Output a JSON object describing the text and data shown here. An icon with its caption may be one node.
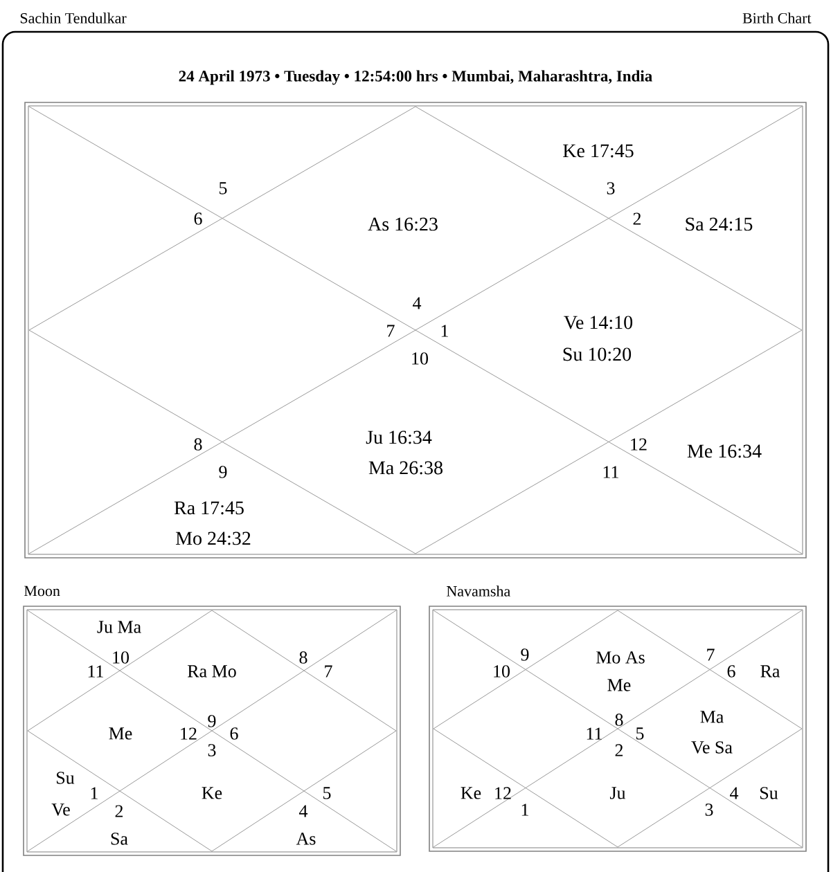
{
  "diagram": {
    "nodes": [
      {
        "text": [],
        "shape": "box"
      },
      {
        "text": [
          "Moon"
        ]
      },
      {
        "text": [
          "Navamsha"
        ]
      }
    ],
    "labels": [
      "Sachin Tendulkar",
      "Birth Chart",
      "24 April 1973 • Tuesday • 12:54:00 hrs • Mumbai, Maharashtra, India",
      "Ke 17:45",
      "5",
      "3",
      "6",
      "As 16:23",
      "2",
      "Sa 24:15",
      "4",
      "Ve 14:10",
      "7",
      "1",
      "10",
      "Su 10:20",
      "Ju 16:34",
      "8",
      "12",
      "Me 16:34",
      "9",
      "Ma 26:38",
      "11",
      "Ra 17:45",
      "Mo 24:32",
      "Ju Ma",
      "10",
      "11",
      "Ra Mo",
      "8",
      "7",
      "9",
      "Me",
      "12",
      "6",
      "3",
      "Su",
      "1",
      "Ke",
      "5",
      "Ve",
      "2",
      "4",
      "Sa",
      "As",
      "9",
      "10",
      "Mo As",
      "7",
      "6",
      "Ra",
      "Me",
      "8",
      "Ma",
      "11",
      "5",
      "2",
      "Ve Sa",
      "Ke",
      "12",
      "Ju",
      "4",
      "Su",
      "1",
      "3"
    ]
  }
}
